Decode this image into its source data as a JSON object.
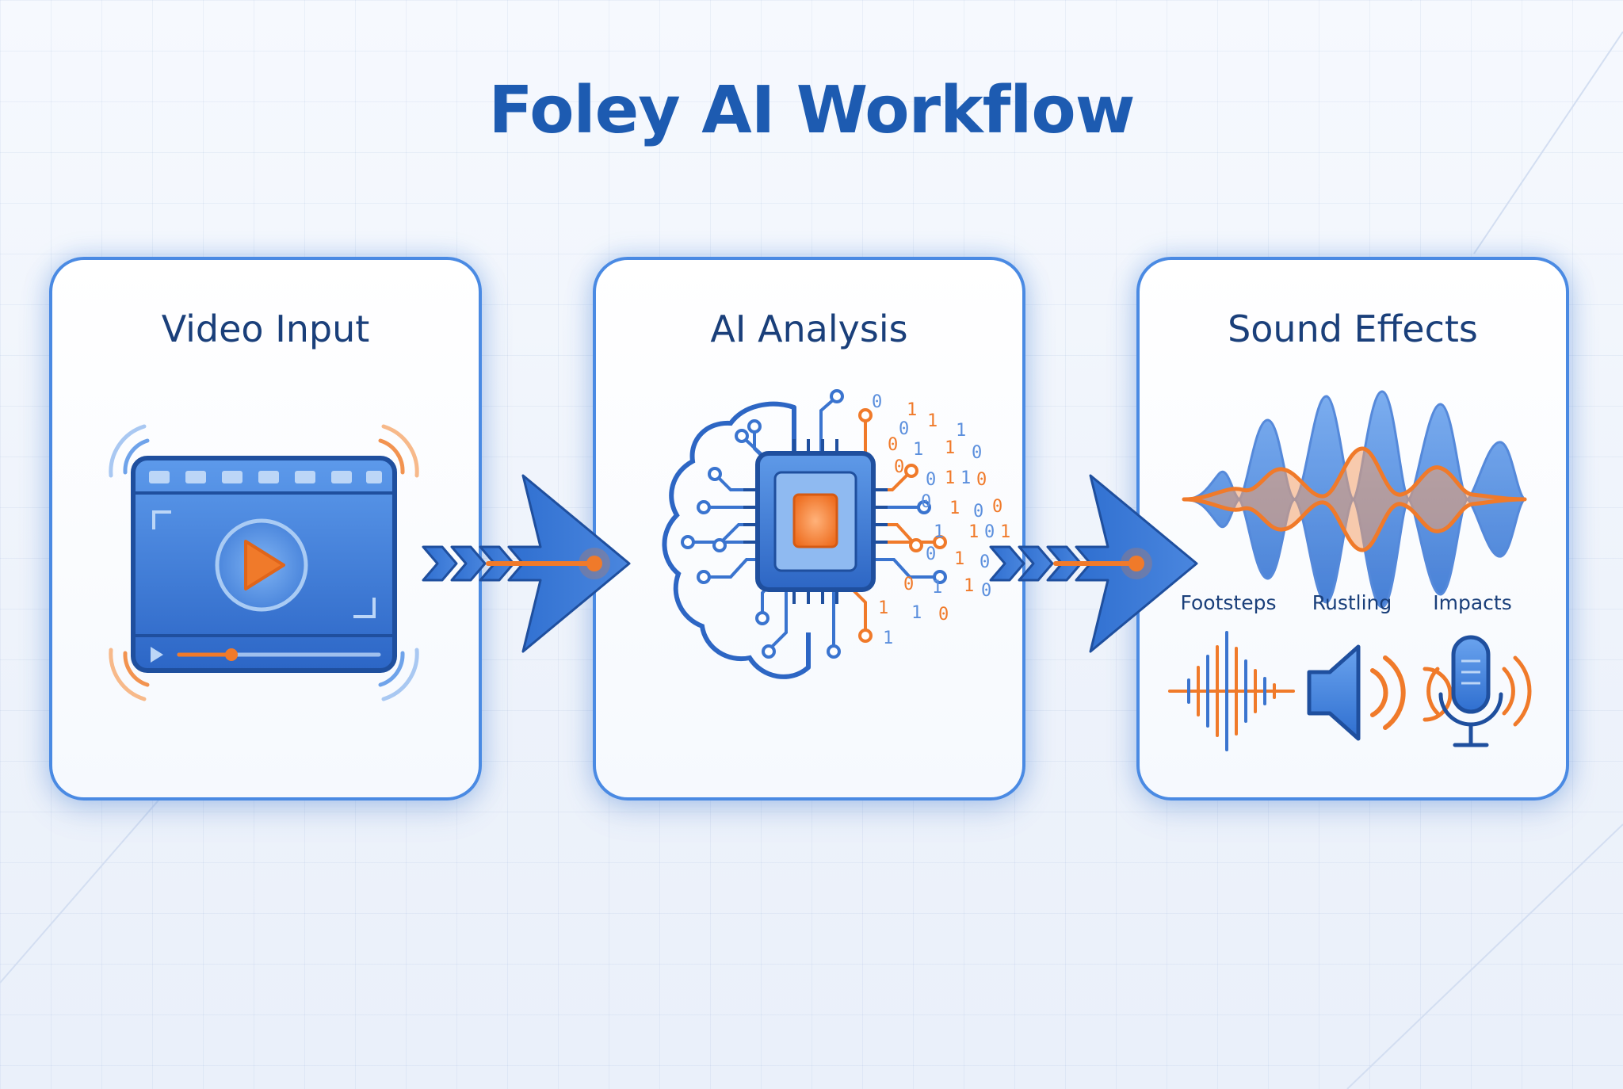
{
  "title": "Foley AI Workflow",
  "colors": {
    "blue": "#2f6fd0",
    "blue_light": "#5b98ea",
    "orange": "#f07a2a",
    "title": "#1d5bb1"
  },
  "steps": [
    {
      "label": "Video Input"
    },
    {
      "label": "AI Analysis"
    },
    {
      "label": "Sound Effects",
      "items": [
        "Footsteps",
        "Rustling",
        "Impacts"
      ]
    }
  ],
  "binary_digits": [
    "0",
    "1",
    "0",
    "1",
    "1",
    "0",
    "1",
    "1",
    "0",
    "0",
    "0",
    "1",
    "1",
    "0",
    "0",
    "1",
    "0",
    "0",
    "1",
    "1",
    "0",
    "1",
    "0",
    "1",
    "0",
    "0",
    "1",
    "1",
    "0",
    "1",
    "1",
    "0",
    "1"
  ]
}
